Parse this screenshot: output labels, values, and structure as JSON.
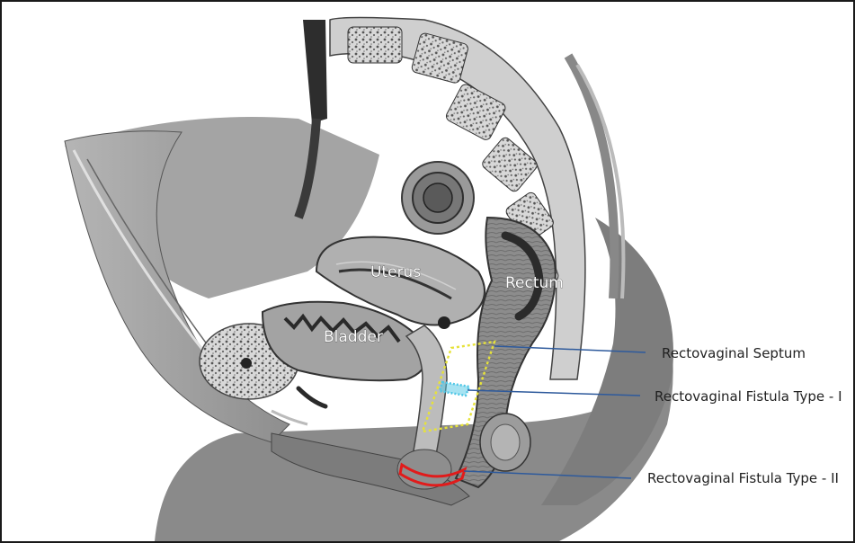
{
  "organs": {
    "uterus": "Uterus",
    "rectum": "Rectum",
    "bladder": "Bladder"
  },
  "callouts": [
    {
      "label": "Rectovaginal Septum",
      "color": "#2e5a9c"
    },
    {
      "label": "Rectovaginal Fistula Type - I",
      "color": "#2e5a9c"
    },
    {
      "label": "Rectovaginal Fistula Type - II",
      "color": "#2e5a9c"
    }
  ],
  "highlights": {
    "septum_outline": "#e6e23a",
    "fistula_type_1": "#4fc7e6",
    "fistula_type_2": "#e11b1b"
  }
}
